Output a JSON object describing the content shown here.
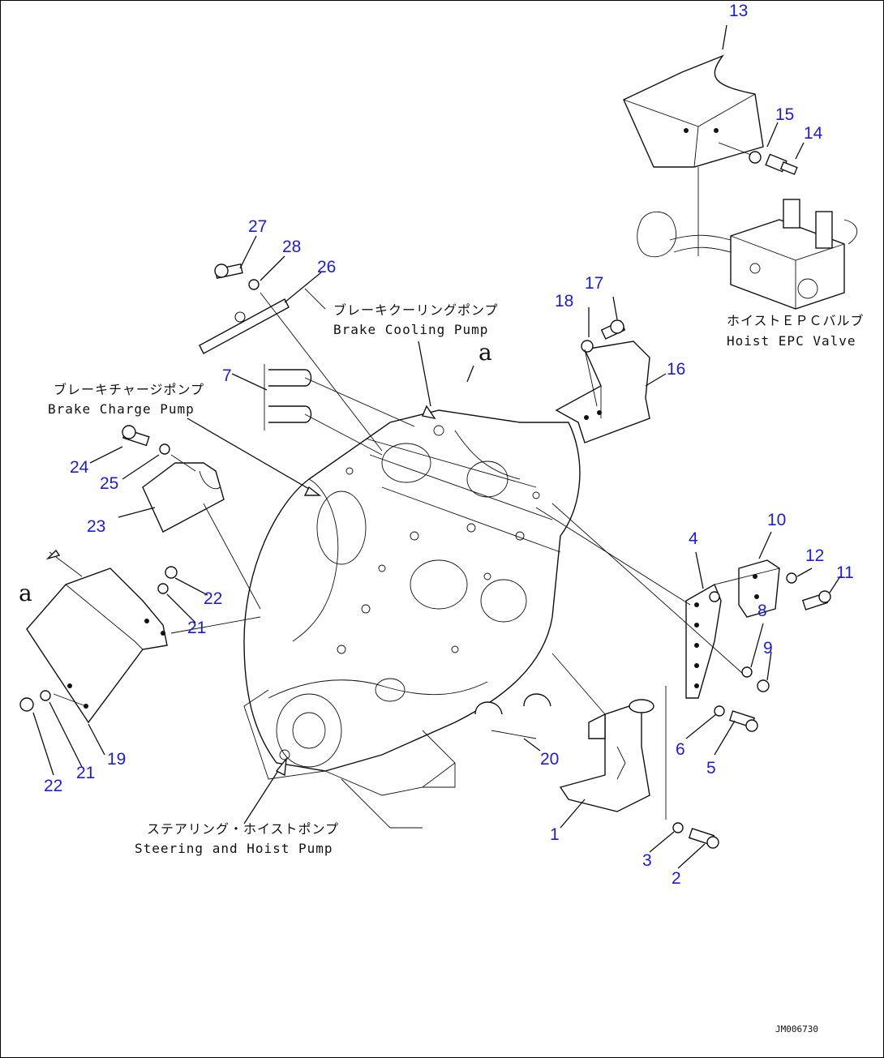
{
  "callouts": {
    "n1": "1",
    "n2": "2",
    "n3": "3",
    "n4": "4",
    "n5": "5",
    "n6": "6",
    "n7": "7",
    "n8": "8",
    "n9": "9",
    "n10": "10",
    "n11": "11",
    "n12": "12",
    "n13": "13",
    "n14": "14",
    "n15": "15",
    "n16": "16",
    "n17": "17",
    "n18": "18",
    "n19": "19",
    "n20": "20",
    "n21a": "21",
    "n21b": "21",
    "n22a": "22",
    "n22b": "22",
    "n23": "23",
    "n24": "24",
    "n25": "25",
    "n26": "26",
    "n27": "27",
    "n28": "28"
  },
  "labels": {
    "brake_cooling_jp": "ブレーキクーリングポンプ",
    "brake_cooling_en": "Brake Cooling Pump",
    "brake_charge_jp": "ブレーキチャージポンプ",
    "brake_charge_en": "Brake Charge Pump",
    "hoist_epc_jp": "ホイストＥＰＣバルブ",
    "hoist_epc_en": "Hoist EPC Valve",
    "steering_jp": "ステアリング・ホイストポンプ",
    "steering_en": "Steering and Hoist Pump"
  },
  "refs": {
    "a_top": "a",
    "a_left": "a"
  },
  "drawing_code": "JM006730",
  "colors": {
    "callout": "#1c1cdc",
    "line": "#111111"
  }
}
